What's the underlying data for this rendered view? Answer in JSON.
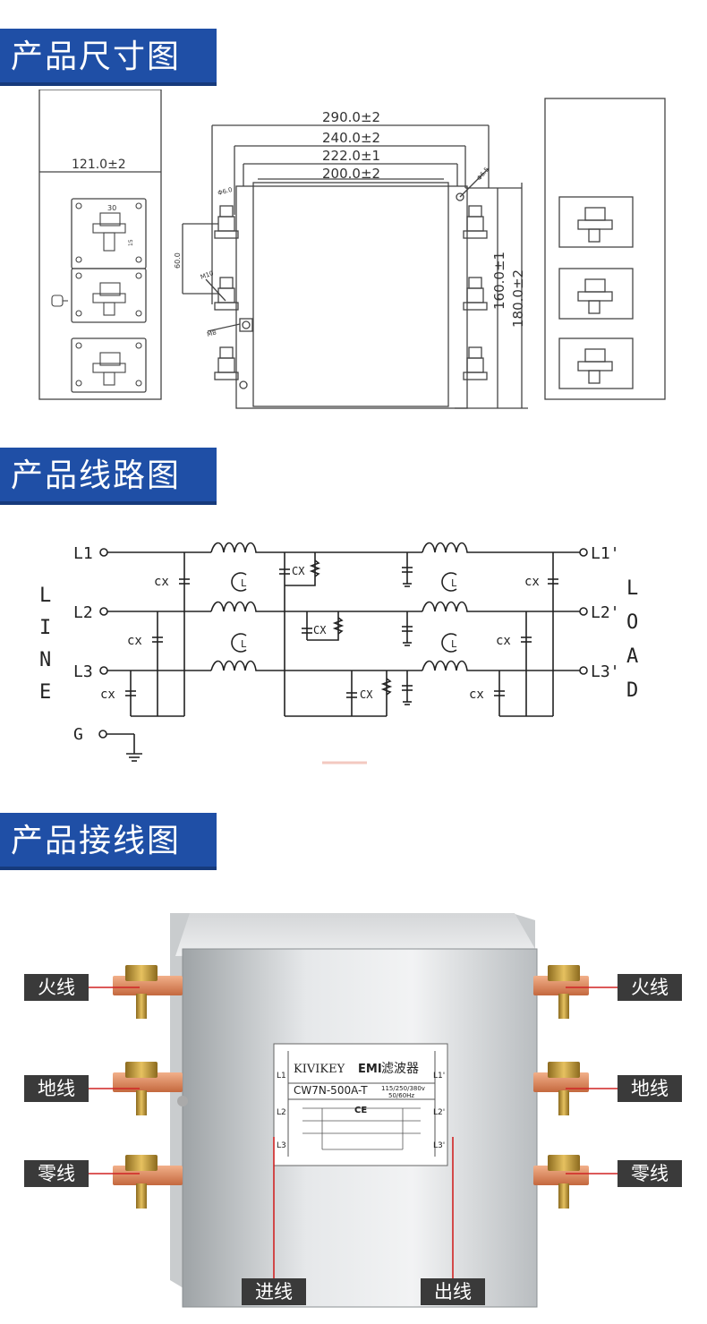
{
  "sections": {
    "dimensions": {
      "title": "产品尺寸图"
    },
    "circuit": {
      "title": "产品线路图"
    },
    "wiring": {
      "title": "产品接线图"
    }
  },
  "dimensions": {
    "d290": "290.0±2",
    "d240": "240.0±2",
    "d222": "222.0±1",
    "d200": "200.0±2",
    "d121": "121.0±2",
    "d160": "160.0±1",
    "d180": "180.0±2",
    "d30": "30",
    "d600": "60.0",
    "d6": "Φ6.0",
    "d65": "Φ6.5",
    "m10": "M10",
    "m8": "M8",
    "d15": "15"
  },
  "circuit": {
    "in_labels": [
      "L1",
      "L2",
      "L3"
    ],
    "out_labels": [
      "L1'",
      "L2'",
      "L3'"
    ],
    "ground": "G",
    "cap": "cx",
    "cap_upper": "CX",
    "inductor": "L",
    "line_word": [
      "L",
      "I",
      "N",
      "E"
    ],
    "load_word": [
      "L",
      "O",
      "A",
      "D"
    ]
  },
  "product": {
    "brand": "KIVIKEY",
    "type_en": "EMI",
    "type_zh": "滤波器",
    "model": "CW7N-500A-T",
    "voltage": "115/250/380v",
    "freq": "50/60Hz",
    "cert": "CE",
    "left_labels": [
      "L1",
      "L2",
      "L3"
    ],
    "right_labels": [
      "L1'",
      "L2'",
      "L3'"
    ]
  },
  "wiring": {
    "left_tags": [
      "火线",
      "地线",
      "零线"
    ],
    "right_tags": [
      "火线",
      "地线",
      "零线"
    ],
    "inlet": "进线",
    "outlet": "出线"
  }
}
